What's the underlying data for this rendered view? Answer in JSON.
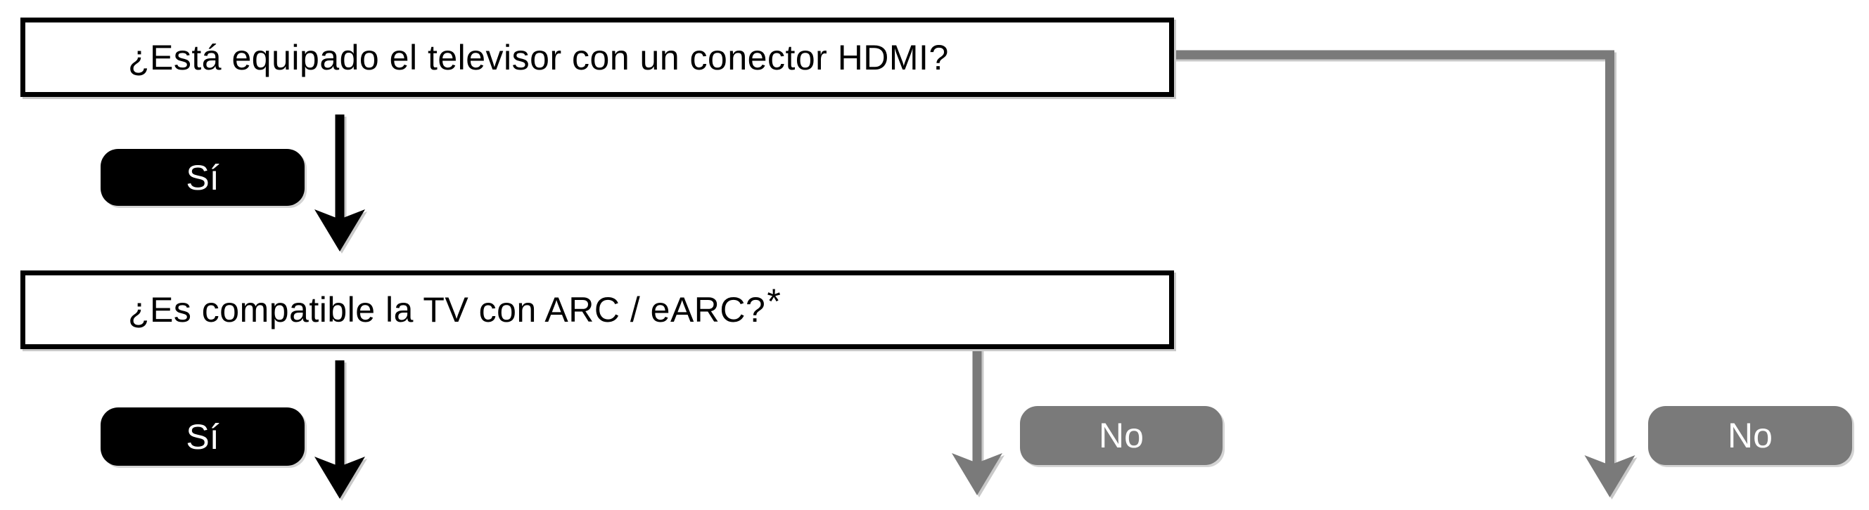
{
  "diagram": {
    "type": "flowchart",
    "background": "#ffffff",
    "colors": {
      "black": "#000000",
      "gray": "#7a7a7a",
      "shadow": "#c9c9c9",
      "box_fill": "#ffffff",
      "box_border": "#000000",
      "badge_yes_bg": "#000000",
      "badge_no_bg": "#7a7a7a",
      "badge_text": "#ffffff"
    },
    "nodes": {
      "question1": "¿Está equipado el televisor con un conector HDMI?",
      "question2": "¿Es compatible la TV con ARC / eARC?",
      "question2_footnote": "*",
      "yes1": "Sí",
      "yes2": "Sí",
      "no_mid": "No",
      "no_right": "No"
    },
    "edges": [
      {
        "from": "question1",
        "answer": "Sí",
        "style": "black-arrow-down",
        "to": "question2"
      },
      {
        "from": "question1",
        "answer": "No",
        "style": "gray-arrow-right-then-down"
      },
      {
        "from": "question2",
        "answer": "Sí",
        "style": "black-arrow-down"
      },
      {
        "from": "question2",
        "answer": "No",
        "style": "gray-arrow-down"
      }
    ]
  }
}
